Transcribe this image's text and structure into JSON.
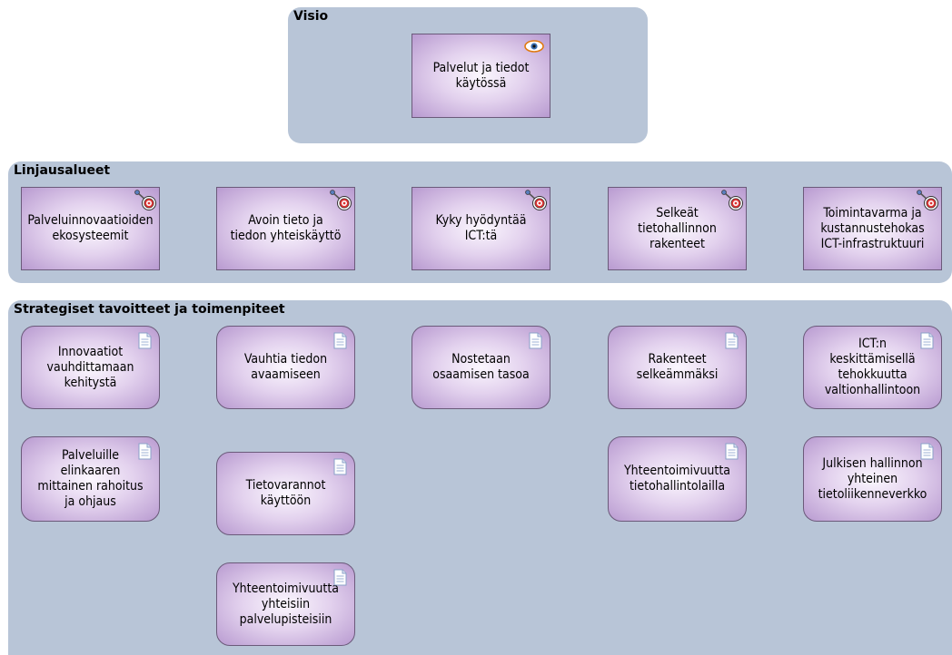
{
  "visio": {
    "title": "Visio",
    "items": [
      {
        "label": "Palvelut ja tiedot\nkäytössä",
        "icon": "eye-icon"
      }
    ]
  },
  "linjausalueet": {
    "title": "Linjausalueet",
    "items": [
      {
        "label": "Palveluinnovaatioiden\nekosysteemit",
        "icon": "target-icon"
      },
      {
        "label": "Avoin tieto ja\ntiedon yhteiskäyttö",
        "icon": "target-icon"
      },
      {
        "label": "Kyky hyödyntää\nICT:tä",
        "icon": "target-icon"
      },
      {
        "label": "Selkeät\ntietohallinnon\nrakenteet",
        "icon": "target-icon"
      },
      {
        "label": "Toimintavarma ja\nkustannustehokas\nICT-infrastruktuuri",
        "icon": "target-icon"
      }
    ]
  },
  "strategiset": {
    "title": "Strategiset tavoitteet ja toimenpiteet",
    "items": [
      {
        "label": "Innovaatiot\nvauhdittamaan\nkehitystä",
        "icon": "document-icon"
      },
      {
        "label": "Vauhtia tiedon\navaamiseen",
        "icon": "document-icon"
      },
      {
        "label": "Nostetaan\nosaamisen tasoa",
        "icon": "document-icon"
      },
      {
        "label": "Rakenteet\nselkeämmäksi",
        "icon": "document-icon"
      },
      {
        "label": "ICT:n\nkeskittämisellä\ntehokkuutta\nvaltionhallintoon",
        "icon": "document-icon"
      },
      {
        "label": "Palveluille\nelinkaaren\nmittainen rahoitus\nja ohjaus",
        "icon": "document-icon"
      },
      {
        "label": "Tietovarannot\nkäyttöön",
        "icon": "document-icon"
      },
      {
        "label": "Yhteentoimivuutta\ntietohallintolailla",
        "icon": "document-icon"
      },
      {
        "label": "Julkisen hallinnon\nyhteinen\ntietoliikenneverkko",
        "icon": "document-icon"
      },
      {
        "label": "Yhteentoimivuutta\nyhteisiin\npalvelupisteisiin",
        "icon": "document-icon"
      }
    ]
  }
}
